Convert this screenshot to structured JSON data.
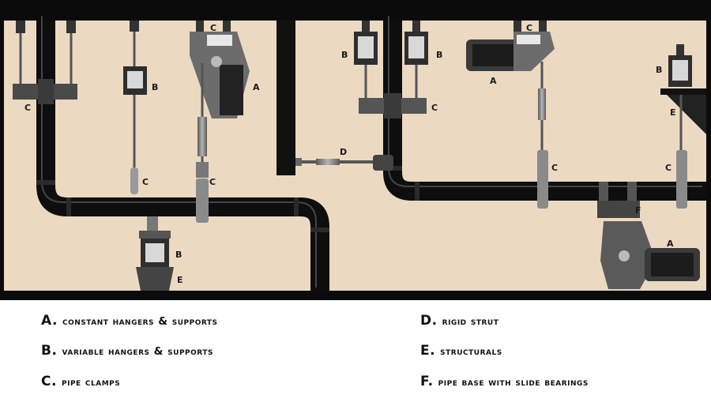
{
  "diagram": {
    "labels": {
      "c_tl": "C",
      "c_rod": "C",
      "c_mid": "C",
      "c_top_const": "C",
      "c_clamp_mid": "C",
      "c_top_r": "C",
      "c_r1": "C",
      "c_r2": "C",
      "b_left": "B",
      "b_mid1": "B",
      "b_mid2": "B",
      "b_right": "B",
      "b_bottom": "B",
      "a_left": "A",
      "a_mid": "A",
      "a_right": "A",
      "d_strut": "D",
      "e_right": "E",
      "e_bottom": "E",
      "f_base": "F"
    }
  },
  "legend": {
    "items": [
      {
        "key": "A.",
        "text": "CONSTANT HANGERS & SUPPORTS"
      },
      {
        "key": "B.",
        "text": "VARIABLE HANGERS & SUPPORTS"
      },
      {
        "key": "C.",
        "text": "PIPE CLAMPS"
      },
      {
        "key": "D.",
        "text": "RIGID STRUT"
      },
      {
        "key": "E.",
        "text": "STRUCTURALS"
      },
      {
        "key": "F.",
        "text": "PIPE BASE WITH SLIDE BEARINGS"
      }
    ]
  }
}
